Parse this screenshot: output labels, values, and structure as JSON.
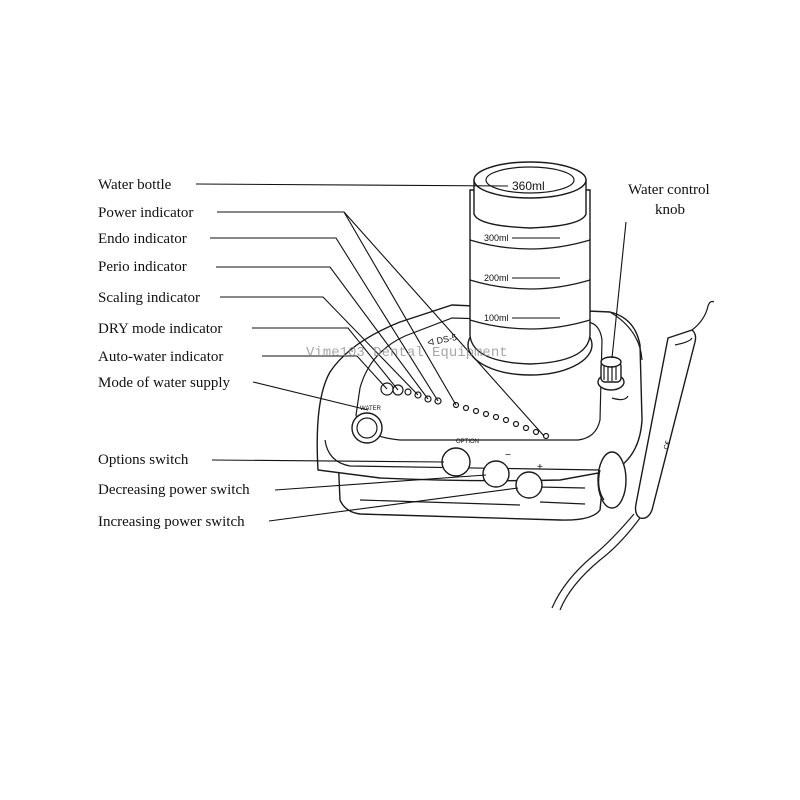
{
  "labels": {
    "water_bottle": "Water  bottle",
    "power_indicator": "Power indicator",
    "endo_indicator": "Endo  indicator",
    "perio_indicator": "Perio  indicator",
    "scaling_indicator": "Scaling indicator",
    "dry_mode_indicator": "DRY mode indicator",
    "auto_water_indicator": "Auto-water  indicator",
    "mode_of_water_supply": "Mode of water supply",
    "options_switch": "Options  switch",
    "decreasing_power_switch": "Decreasing power switch",
    "increasing_power_switch": "Increasing power switch",
    "water_control_knob_line1": "Water control",
    "water_control_knob_line2": "knob"
  },
  "bottle": {
    "cap_text": "360ml",
    "mark_300": "300ml",
    "mark_200": "200ml",
    "mark_100": "100ml"
  },
  "device": {
    "water_button": "WATER",
    "option_button": "OPTION",
    "minus": "−",
    "plus": "+"
  },
  "watermark": "Vime103 Dental Equipment"
}
